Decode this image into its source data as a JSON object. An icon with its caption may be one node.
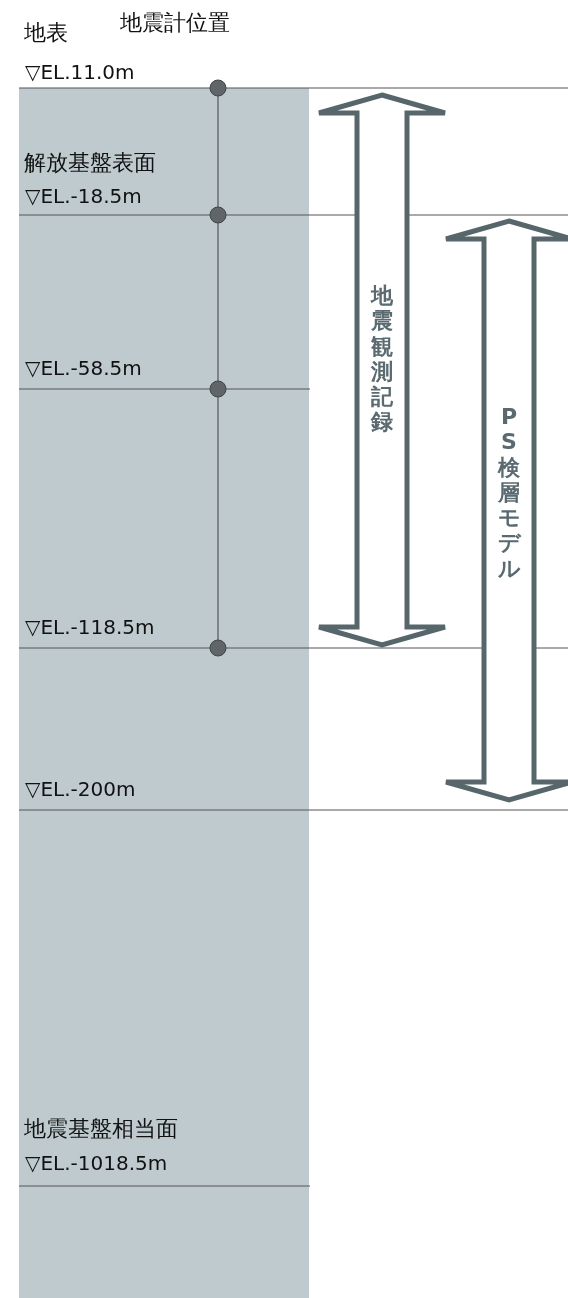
{
  "diagram": {
    "labels": [
      "地表",
      "地震計位置",
      "▽EL.11.0m",
      "解放基盤表面",
      "▽EL.-18.5m",
      "地震観測記録",
      "▽EL.-58.5m",
      "PS検層モデル",
      "▽EL.-118.5m",
      "▽EL.-200m",
      "地震基盤相当面",
      "▽EL.-1018.5m"
    ]
  }
}
